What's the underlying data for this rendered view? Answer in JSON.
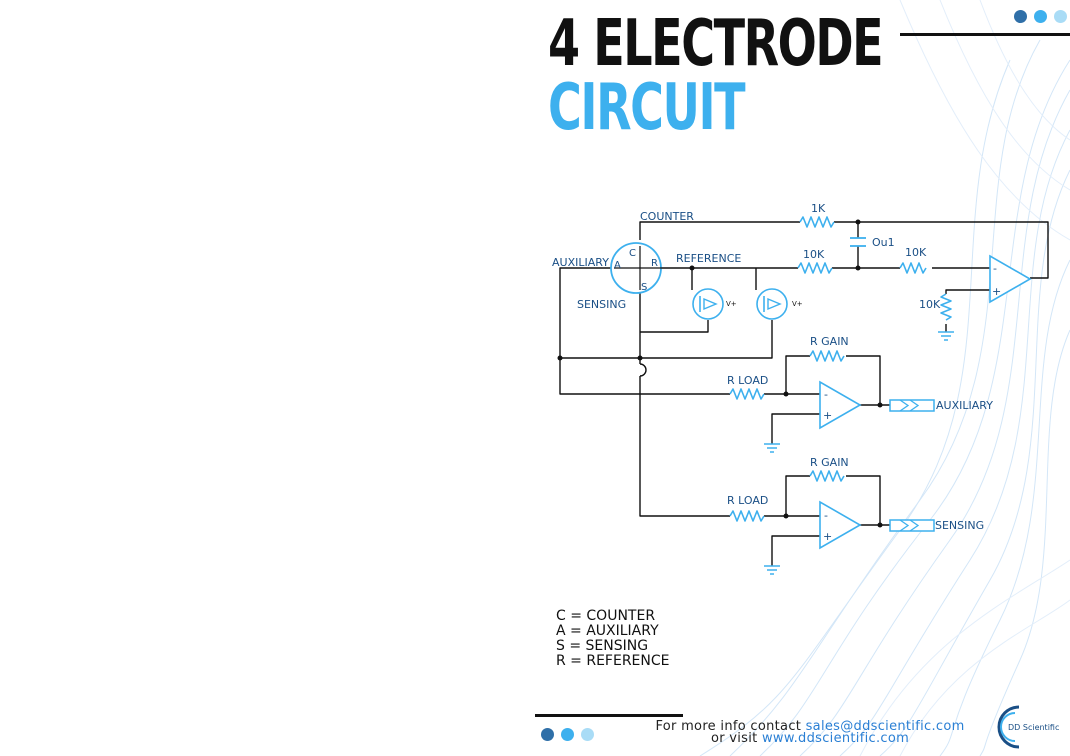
{
  "title": {
    "line1": "4 ELECTRODE",
    "line2": "CIRCUIT"
  },
  "colors": {
    "accent": "#3db0ee",
    "wire": "#111111",
    "label": "#1a4f86",
    "dark_dot": "#2f6fa8",
    "mid_dot": "#3db0ee",
    "light_dot": "#a9dcf6"
  },
  "circuit": {
    "electrode": {
      "c": "C",
      "a": "A",
      "r": "R",
      "s": "S"
    },
    "labels": {
      "counter": "COUNTER",
      "auxiliary": "AUXILIARY",
      "reference": "REFERENCE",
      "sensing": "SENSING",
      "r_1k": "1K",
      "cap": "Ou1",
      "r_10k_a": "10K",
      "r_10k_b": "10K",
      "r_10k_c": "10K",
      "vplus_1": "V+",
      "vplus_2": "V+",
      "rgain_1": "R GAIN",
      "rload_1": "R LOAD",
      "out_aux": "AUXILIARY",
      "rgain_2": "R GAIN",
      "rload_2": "R LOAD",
      "out_sens": "SENSING",
      "minus": "-",
      "plus": "+"
    }
  },
  "legend": [
    "C = COUNTER",
    "A = AUXILIARY",
    "S = SENSING",
    "R = REFERENCE"
  ],
  "footer": {
    "line1_prefix": "For more info contact ",
    "email": "sales@ddscientific.com",
    "line2_prefix": "or visit ",
    "website": "www.ddscientific.com"
  },
  "logo": {
    "text": "DD Scientific",
    "icon": "dd-scientific-logo-icon"
  }
}
